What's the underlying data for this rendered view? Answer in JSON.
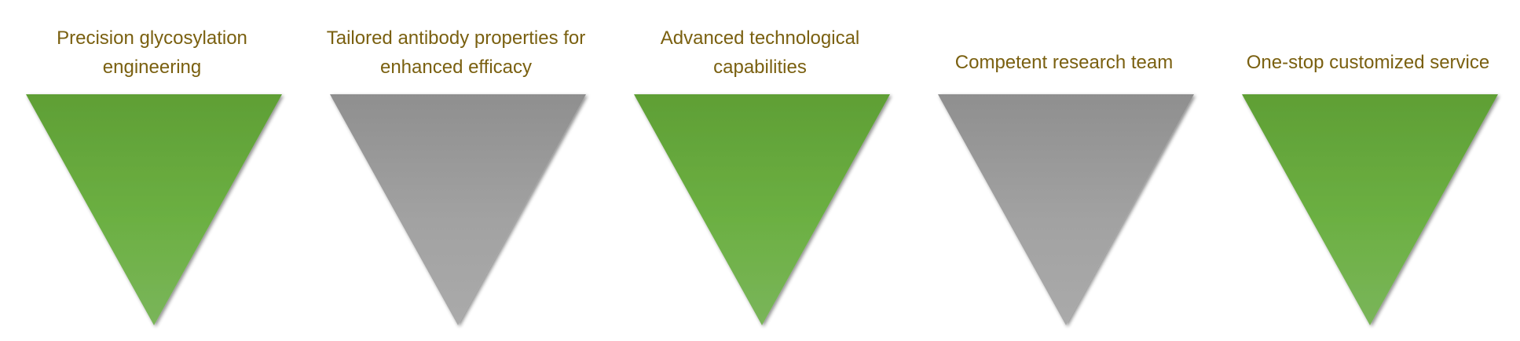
{
  "diagram": {
    "type": "feature-pennant-row",
    "colors": {
      "label_text": "#7a6010",
      "green_top": "#5f9f35",
      "green_bottom": "#7ab55a",
      "grey_top": "#8f8f8f",
      "grey_bottom": "#a8a8a8",
      "background": "#ffffff"
    },
    "items": [
      {
        "label": "Precision glycosylation engineering",
        "shape": "inverted-triangle",
        "color": "green"
      },
      {
        "label": "Tailored antibody properties for enhanced efficacy",
        "shape": "inverted-triangle",
        "color": "grey"
      },
      {
        "label": "Advanced technological capabilities",
        "shape": "inverted-triangle",
        "color": "green"
      },
      {
        "label": "Competent research team",
        "shape": "inverted-triangle",
        "color": "grey"
      },
      {
        "label": "One-stop customized service",
        "shape": "inverted-triangle",
        "color": "green"
      }
    ]
  }
}
